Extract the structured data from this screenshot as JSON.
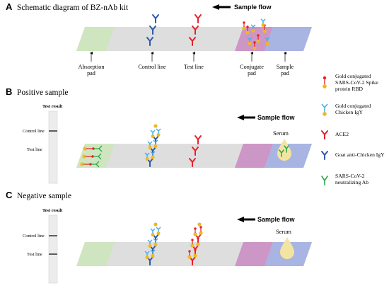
{
  "panels": {
    "a": {
      "letter": "A",
      "title": "Schematic diagram of BZ-nAb kit",
      "flow_label": "Sample flow",
      "parts": {
        "absorption_pad": [
          "Absorption",
          "pad"
        ],
        "control_line": "Control line",
        "test_line": "Test line",
        "conjugate_pad": [
          "Conjugate",
          "pad"
        ],
        "sample_pad": [
          "Sample",
          "pad"
        ]
      }
    },
    "b": {
      "letter": "B",
      "title": "Positive sample",
      "flow_label": "Sample flow",
      "serum_label": "Serum",
      "test_result": {
        "title": "Test result",
        "control_line": "Control line",
        "test_line": "Test line"
      }
    },
    "c": {
      "letter": "C",
      "title": "Negative sample",
      "flow_label": "Sample flow",
      "serum_label": "Serum",
      "test_result": {
        "title": "Test result",
        "control_line": "Control line",
        "test_line": "Test line"
      }
    }
  },
  "legend": [
    {
      "icon": "gold-rbd-icon",
      "lines": [
        "Gold conjugated",
        "SARS-CoV-2 Spike",
        "protein RBD"
      ]
    },
    {
      "icon": "gold-igy-icon",
      "lines": [
        "Gold conjugated",
        "Chicken IgY"
      ]
    },
    {
      "icon": "ace2-icon",
      "lines": [
        "ACE2"
      ]
    },
    {
      "icon": "goat-anti-chicken-igy-icon",
      "lines": [
        "Goat anti-Chicken IgY"
      ]
    },
    {
      "icon": "neutralizing-ab-icon",
      "lines": [
        "SARS-CoV-2",
        "neutralizing Ab"
      ]
    }
  ],
  "colors": {
    "absorption_pad": "#cfe5c0",
    "membrane": "#dedede",
    "conjugate_pad": "#cc96c6",
    "sample_pad": "#a8b4e2",
    "blue": "#2e5aa8",
    "red": "#e8202a",
    "cyan": "#4aaee6",
    "green": "#2aa84a",
    "gold": "#f0b820",
    "serum": "#f4e4a2"
  }
}
